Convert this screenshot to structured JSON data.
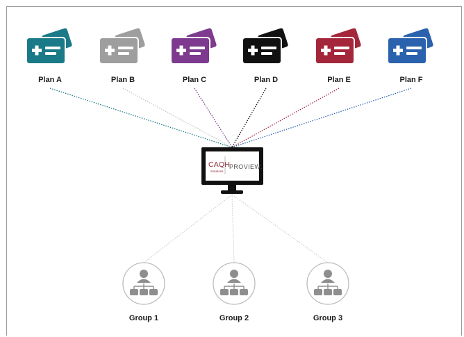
{
  "plans": [
    {
      "label": "Plan A",
      "color": "#1b7a87",
      "icon": "insurance-card-icon"
    },
    {
      "label": "Plan B",
      "color": "#9e9e9e",
      "icon": "insurance-card-icon"
    },
    {
      "label": "Plan C",
      "color": "#7d3a8e",
      "icon": "insurance-card-icon"
    },
    {
      "label": "Plan D",
      "color": "#111111",
      "icon": "insurance-card-icon"
    },
    {
      "label": "Plan E",
      "color": "#a3263b",
      "icon": "insurance-card-icon"
    },
    {
      "label": "Plan F",
      "color": "#2a62ad",
      "icon": "insurance-card-icon"
    }
  ],
  "hub": {
    "icon": "computer-monitor-icon",
    "brand_name": "CAQH",
    "brand_sub": "Solutions",
    "product_name": "PROVIEW."
  },
  "groups": [
    {
      "label": "Group 1",
      "icon": "org-chart-icon"
    },
    {
      "label": "Group 2",
      "icon": "org-chart-icon"
    },
    {
      "label": "Group 3",
      "icon": "org-chart-icon"
    }
  ],
  "colors": {
    "group_icon": "#8e8e8e",
    "group_circle": "#bdbdbd",
    "group_connector": "#c8c8c8",
    "monitor": "#111111"
  }
}
